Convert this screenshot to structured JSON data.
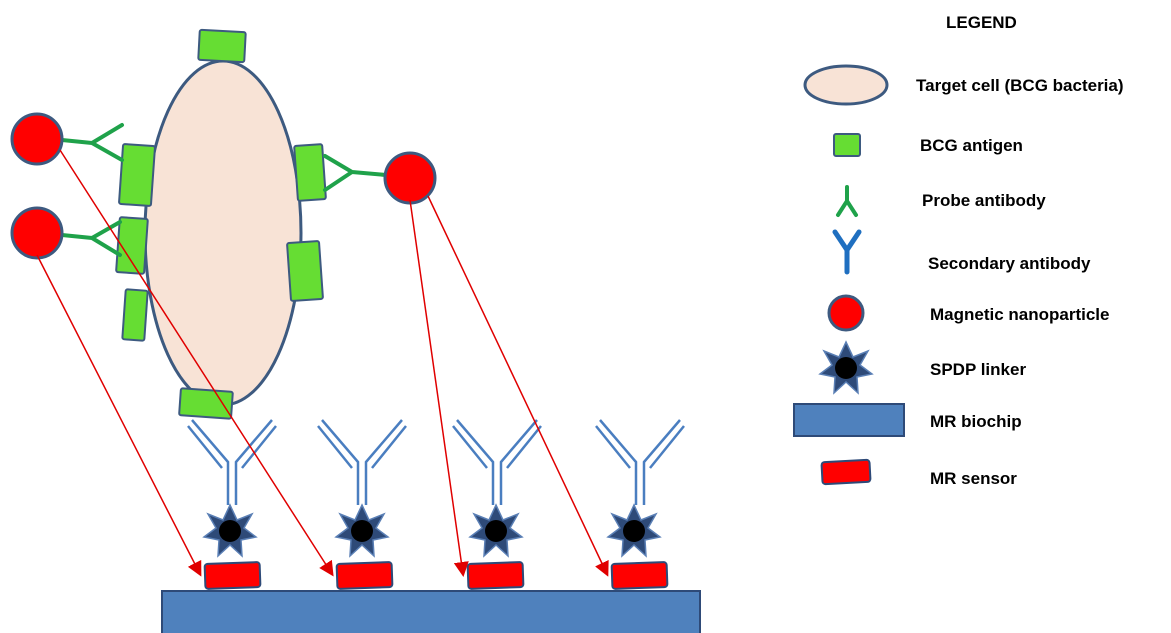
{
  "legend": {
    "title": "LEGEND",
    "items": [
      {
        "label": "Target cell (BCG bacteria)",
        "icon": "ellipse-cell-icon"
      },
      {
        "label": "BCG antigen",
        "icon": "green-square-icon"
      },
      {
        "label": "Probe antibody",
        "icon": "probe-antibody-icon"
      },
      {
        "label": "Secondary antibody",
        "icon": "secondary-antibody-icon"
      },
      {
        "label": "Magnetic nanoparticle",
        "icon": "red-circle-icon"
      },
      {
        "label": "SPDP linker",
        "icon": "star-linker-icon"
      },
      {
        "label": "MR biochip",
        "icon": "blue-bar-icon"
      },
      {
        "label": "MR sensor",
        "icon": "red-rect-icon"
      }
    ]
  },
  "colors": {
    "cell_fill": "#f8e3d6",
    "cell_stroke": "#3d5a80",
    "antigen": "#66dd33",
    "probe_antibody": "#1fa24a",
    "secondary_antibody": "#4a7ec0",
    "nanoparticle": "#ff0000",
    "linker": "#2e4a78",
    "biochip": "#4f81bd",
    "sensor": "#ff0000",
    "arrow": "#e00000"
  }
}
